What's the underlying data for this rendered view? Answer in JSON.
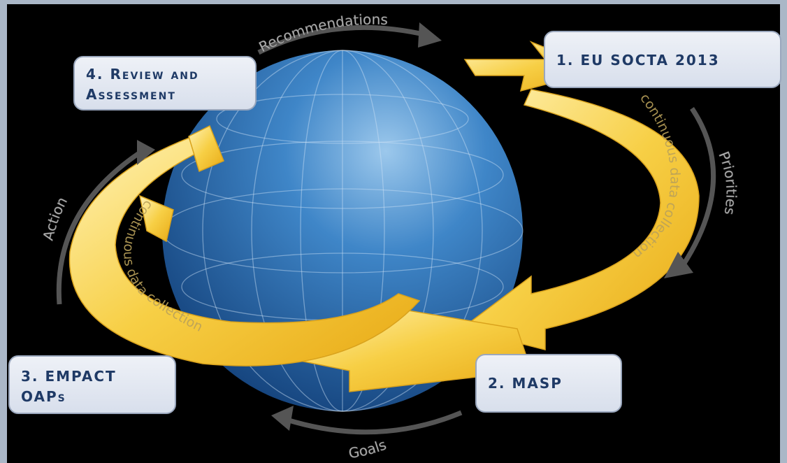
{
  "boxes": {
    "review": {
      "line1": "4. Review and",
      "line2": "Assessment"
    },
    "socta": {
      "line1": "1. EU SOCTA 2013"
    },
    "empact": {
      "line1": "3. EMPACT",
      "line2": "OAPs"
    },
    "masp": {
      "line1": "2. MASP"
    }
  },
  "arrow_labels": {
    "recommendations": "Recommendations",
    "priorities": "Priorities",
    "goals": "Goals",
    "action": "Action"
  },
  "ring_labels": {
    "right": "continuous data collection",
    "left": "continuous data collection"
  },
  "colors": {
    "globe": "#2f6fb4",
    "ring": "#f5c63a",
    "box_text": "#1f3a66",
    "arrow_gray": "#555555"
  }
}
